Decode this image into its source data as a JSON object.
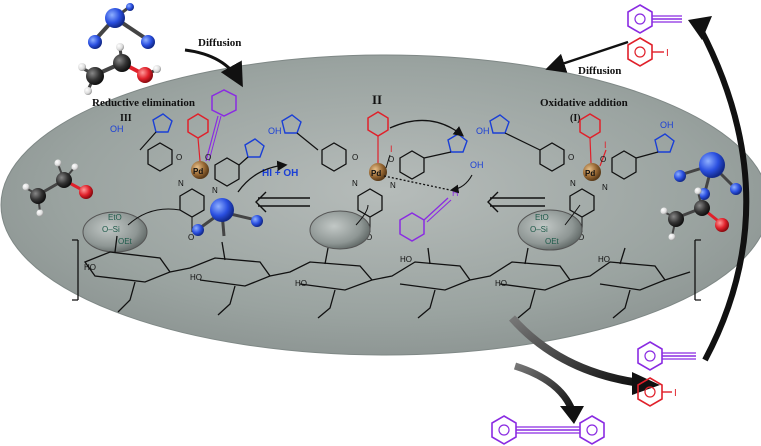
{
  "labels": {
    "diffusion_left": "Diffusion",
    "diffusion_right": "Diffusion",
    "reductive_elimination": "Reductive elimination",
    "stage_iii": "III",
    "stage_ii": "II",
    "oxidative_addition": "Oxidative addition",
    "stage_i": "(I)",
    "byproduct": "HI + OH",
    "hydroxide": "OH",
    "pd": "Pd",
    "iodine": "I",
    "hydrogen": "H",
    "nitrogen": "N",
    "oxygen": "O",
    "ho": "HO",
    "eto": "EtO",
    "osi": "O–Si",
    "oet": "OEt"
  },
  "colors": {
    "ellipse_fill": "#9aa3a0",
    "ellipse_edge": "#7f8886",
    "phenyl_red": "#e0202a",
    "alkyne_purple": "#8a2be2",
    "imidazolium_blue": "#1a3fd6",
    "pd_brown": "#8b5a2b",
    "ball_blue": "#2a4fe0",
    "ball_black": "#222222",
    "ball_red": "#e0202a",
    "ball_white": "#f4f4f4",
    "silica_grey": "#8e9694",
    "text_dark": "#111111"
  }
}
